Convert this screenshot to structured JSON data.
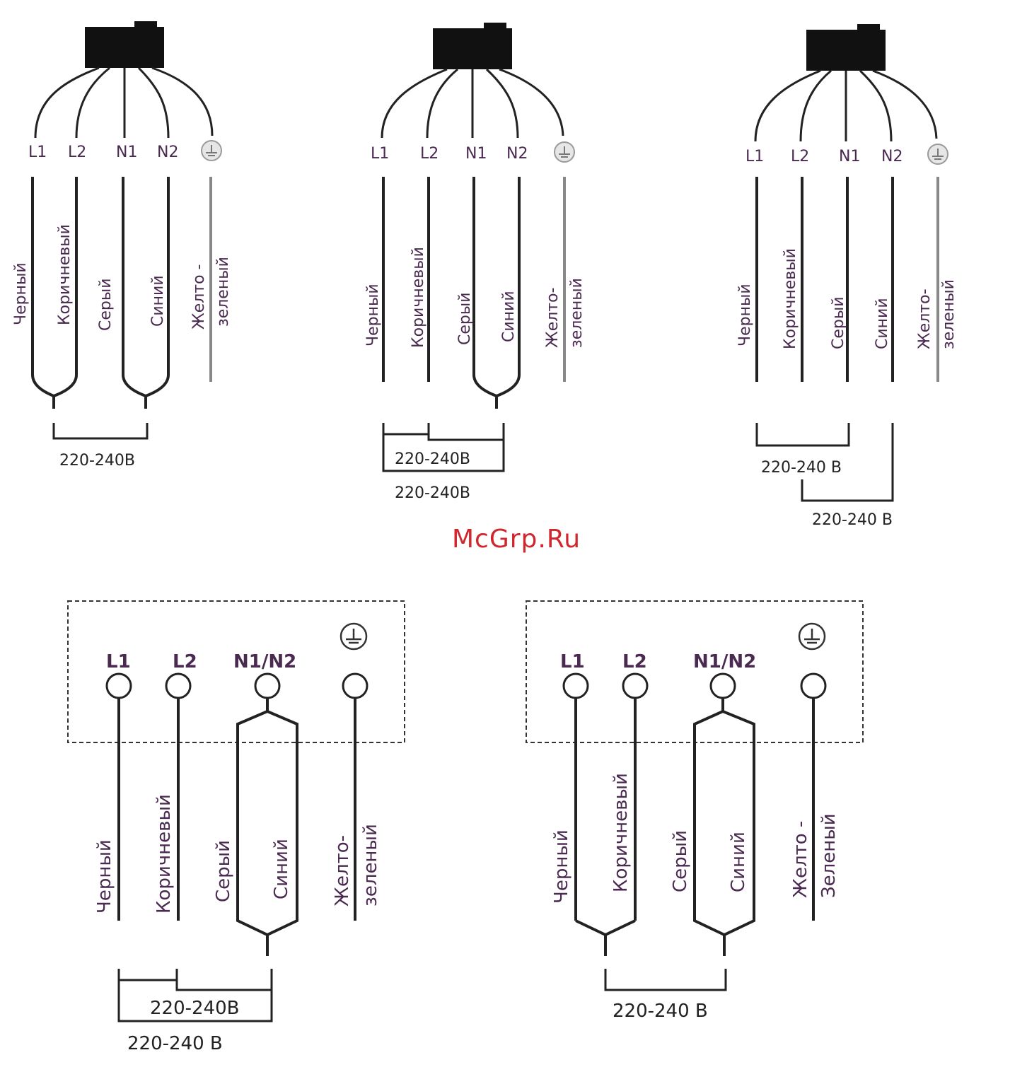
{
  "watermark": "McGrp.Ru",
  "terminal_labels": {
    "l1": "L1",
    "l2": "L2",
    "n1": "N1",
    "n2": "N2",
    "n1n2": "N1/N2"
  },
  "wire_colors": {
    "black": "Черный",
    "brown": "Коричневый",
    "grey": "Серый",
    "blue": "Синий",
    "yg_top": "Желто -",
    "yg_top_nb": "Желто-",
    "yg_bottom": "зеленый",
    "yg_bottom_cap": "Зеленый"
  },
  "voltages": {
    "a": "220-240В",
    "b": "220-240 В"
  },
  "colors": {
    "line": "#222222",
    "label": "#4a2a50",
    "earth": "#aaaaaa",
    "watermark": "#d0272e"
  }
}
